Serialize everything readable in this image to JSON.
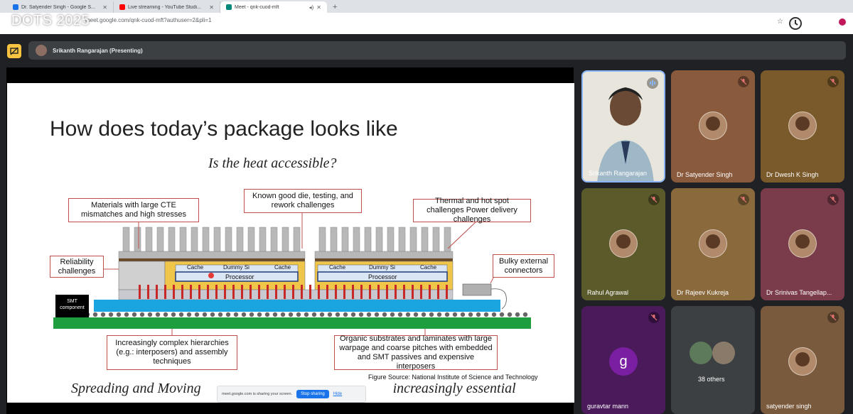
{
  "browser": {
    "tabs": [
      {
        "title": "Dr. Satyender Singh - Google S...",
        "color": "#1a73e8"
      },
      {
        "title": "Live streaming - YouTube Studi...",
        "color": "#ff0000"
      },
      {
        "title": "Meet - qnk-cuod-mft",
        "color": "#00897b"
      }
    ],
    "url": "meet.google.com/qnk-cuod-mft?authuser=2&pli=1"
  },
  "overlay": {
    "title": "DOTS 2025"
  },
  "meet": {
    "presenter_label": "Srikanth Rangarajan (Presenting)"
  },
  "slide": {
    "title": "How does today’s package looks like",
    "subtitle": "Is the heat accessible?",
    "callouts": {
      "cte": "Materials with large CTE mismatches and high stresses",
      "kgd": "Known good die, testing, and rework challenges",
      "thermal": "Thermal and hot spot challenges Power delivery challenges",
      "reliability": "Reliability challenges",
      "bulky": "Bulky external connectors",
      "hierarchy": "Increasingly complex hierarchies (e.g.: interposers) and assembly techniques",
      "organic": "Organic substrates and laminates with large warpage and coarse pitches with embedded and SMT passives and expensive interposers"
    },
    "diagram": {
      "smt": "SMT component",
      "cache": "Cache",
      "dummy": "Dummy Si",
      "processor": "Processor"
    },
    "figure_source": "Figure Source: National Institute of Science and Technology",
    "bottom_left": "Spreading and Moving",
    "bottom_right": "increasingly essential"
  },
  "share_banner": {
    "text": "meet.google.com is sharing your screen.",
    "stop": "Stop sharing",
    "hide": "Hide"
  },
  "participants": [
    {
      "name": "Srikanth Rangarajan",
      "bg": "#6d6a5a",
      "speaking": true
    },
    {
      "name": "Dr Satyender Singh",
      "bg": "#8a5a3c"
    },
    {
      "name": "Dr Dwesh K Singh",
      "bg": "#7a5a2a"
    },
    {
      "name": "Rahul Agrawal",
      "bg": "#5b5a2a"
    },
    {
      "name": "Dr Rajeev Kukreja",
      "bg": "#8a6a3c"
    },
    {
      "name": "Dr Srinivas Tangellap...",
      "bg": "#7a3c4a"
    },
    {
      "name": "guravtar mann",
      "bg": "#4a1a5a",
      "initial": "g"
    },
    {
      "name": "38 others",
      "bg": "#3c4043"
    },
    {
      "name": "satyender singh",
      "bg": "#7a5a3c"
    }
  ]
}
